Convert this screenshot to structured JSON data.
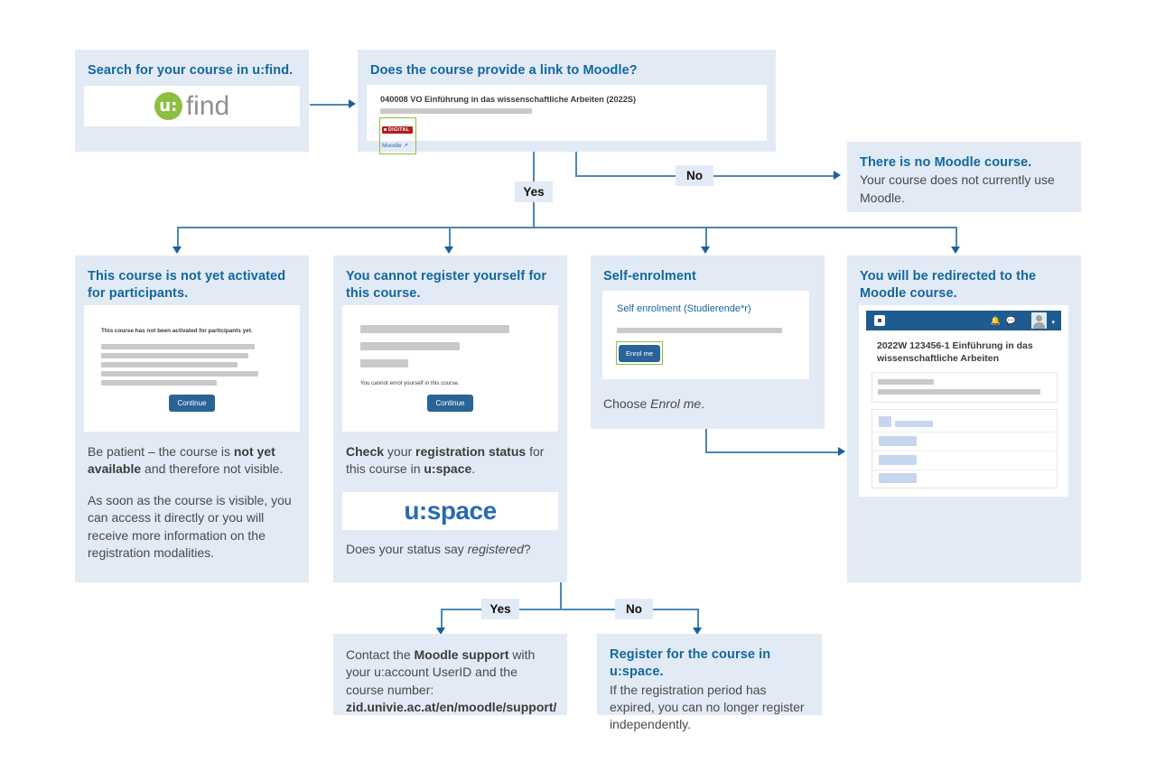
{
  "diagram": {
    "title": "Moodle course access flowchart",
    "colors": {
      "panel_bg": "#e2eaf5",
      "heading_blue": "#13679e",
      "line_blue": "#4a87b5",
      "arrow_blue": "#1f5f97",
      "button_blue": "#2a6496",
      "moodle_navy": "#1f5b8f",
      "ufind_green": "#8cbe3f",
      "uspace_blue": "#2a6ab0",
      "badge_red": "#b02020",
      "highlight_green": "#8cbe3f"
    }
  },
  "step_ufind": {
    "heading": "Search for your course in u:find.",
    "logo_mark": "u:",
    "logo_word": "find"
  },
  "step_link": {
    "heading": "Does the course provide a link to Moodle?",
    "screenshot": {
      "course_title": "040008 VO Einführung in das wissenschaftliche Arbeiten (2022S)",
      "badge_label": "DIGITAL",
      "moodle_link": "Moodle"
    }
  },
  "branch_no_top": {
    "label": "No",
    "heading": "There is no Moodle course.",
    "body": "Your course does not currently use Moodle."
  },
  "branch_yes_top": {
    "label": "Yes"
  },
  "col_not_activated": {
    "heading": "This course is not yet activated for participants.",
    "screenshot": {
      "notice": "This course has not been activated for participants yet.",
      "button": "Continue"
    },
    "para1_pre": "Be patient – the course is ",
    "para1_bold": "not yet available",
    "para1_post": " and therefore not visible.",
    "para2": "As soon as the course is visible, you can access it directly or you will receive more information on the registration modalities."
  },
  "col_cannot_register": {
    "heading": "You cannot register yourself for this course.",
    "screenshot": {
      "notice": "You cannot enrol yourself in this course.",
      "button": "Continue"
    },
    "para1_a": "Check",
    "para1_b": " your ",
    "para1_c": "registration status",
    "para1_d": " for this course in ",
    "para1_e": "u:space",
    "para1_f": ".",
    "uspace_logo": "u:space",
    "question_pre": "Does your status say ",
    "question_italic": "registered",
    "question_post": "?"
  },
  "col_self_enrolment": {
    "heading": "Self-enrolment",
    "screenshot": {
      "label": "Self enrolment (Studierende*r)",
      "button": "Enrol me"
    },
    "caption_pre": "Choose ",
    "caption_italic": "Enrol me",
    "caption_post": "."
  },
  "col_redirect": {
    "heading": "You will be redirected to the Moodle course.",
    "screenshot": {
      "course_title": "2022W 123456-1 Einführung in das wissenschaftliche Arbeiten",
      "nav_icons": [
        "bell-icon",
        "chat-icon",
        "avatar",
        "chevron-down-icon"
      ]
    }
  },
  "branch_bottom": {
    "yes_label": "Yes",
    "no_label": "No"
  },
  "box_support": {
    "pre": "Contact the ",
    "bold": "Moodle support",
    "mid": " with your u:account UserID and the course number:",
    "url": "zid.univie.ac.at/en/moodle/support/"
  },
  "box_register": {
    "heading": "Register for the course in u:space.",
    "body": "If the registration period has expired, you can no longer register independently."
  }
}
